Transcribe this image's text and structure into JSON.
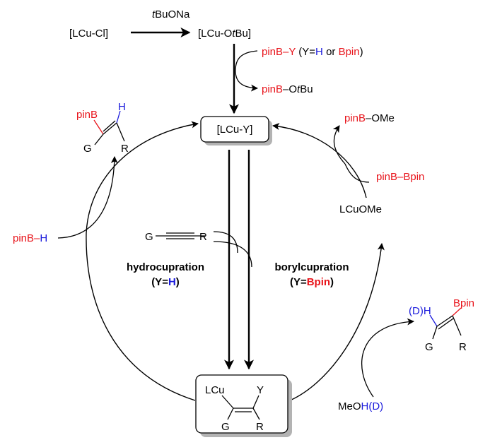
{
  "colors": {
    "boron": "#e8141b",
    "hydrogen": "#1a1adc",
    "ink": "#000000",
    "shadow": "#b3b3b3"
  },
  "activation": {
    "start": "[LCu-Cl]",
    "reagent_prefix": "t",
    "reagent_rest": "BuONa",
    "product_a": "[LCu-O",
    "product_t": "t",
    "product_b": "Bu]",
    "reagent_in_red": "pinB–Y",
    "reagent_in_paren_a": "(Y=",
    "reagent_in_H": "H",
    "reagent_in_or": "or",
    "reagent_in_Bpin": "Bpin",
    "reagent_in_paren_b": ")",
    "byproduct_red": "pinB",
    "byproduct_dash_o": "–O",
    "byproduct_t": "t",
    "byproduct_bu": "Bu"
  },
  "catalyst": {
    "label": "[LCu-Y]"
  },
  "left_cycle": {
    "reagent_red": "pinB",
    "reagent_dash": "–",
    "reagent_H": "H",
    "product": {
      "b": "pinB",
      "h": "H",
      "g": "G",
      "r": "R"
    },
    "title": "hydrocupration",
    "cond_open": "(Y=",
    "cond_val": "H",
    "cond_close": ")"
  },
  "right_cycle": {
    "byproduct_red": "pinB",
    "byproduct_rest": "–OMe",
    "reagent": "pinB–Bpin",
    "intermediate": "LCuOMe",
    "title": "borylcupration",
    "cond_open": "(Y=",
    "cond_val": "Bpin",
    "cond_close": ")",
    "proton_a": "MeO",
    "proton_b": "H(D)",
    "product": {
      "dh": "(D)H",
      "bpin": "Bpin",
      "g": "G",
      "r": "R"
    }
  },
  "alkyne": {
    "g": "G",
    "r": "R"
  },
  "vinyl_copper": {
    "lcu": "LCu",
    "y": "Y",
    "g": "G",
    "r": "R"
  }
}
